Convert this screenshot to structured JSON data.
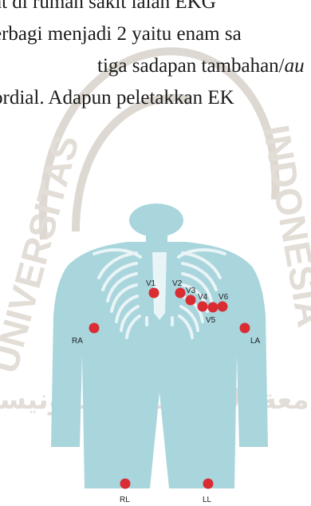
{
  "paragraph": {
    "line1": "at di rumah sakit ialah EKG",
    "line2": "erbagi menjadi 2 yaitu enam sa",
    "line3_prefix": "tiga    sadapan    tambahan/",
    "line3_italic": "au",
    "line4": "ordial. Adapun peletakkan EK"
  },
  "watermark": {
    "left_text": "UNIVERSITAS",
    "right_text": "INDONESIA",
    "bottom_text": "جامعة الإسلامية الإندونيسية"
  },
  "figure": {
    "electrodes": [
      {
        "label": "V1"
      },
      {
        "label": "V2"
      },
      {
        "label": "V3"
      },
      {
        "label": "V4"
      },
      {
        "label": "V5"
      },
      {
        "label": "V6"
      },
      {
        "label": "RA"
      },
      {
        "label": "LA"
      },
      {
        "label": "RL"
      },
      {
        "label": "LL"
      }
    ]
  },
  "colors": {
    "body": "#a9d5dd",
    "skeleton": "#e9f4f6",
    "electrode": "#d92c33",
    "watermark": "#d3cdc6"
  }
}
